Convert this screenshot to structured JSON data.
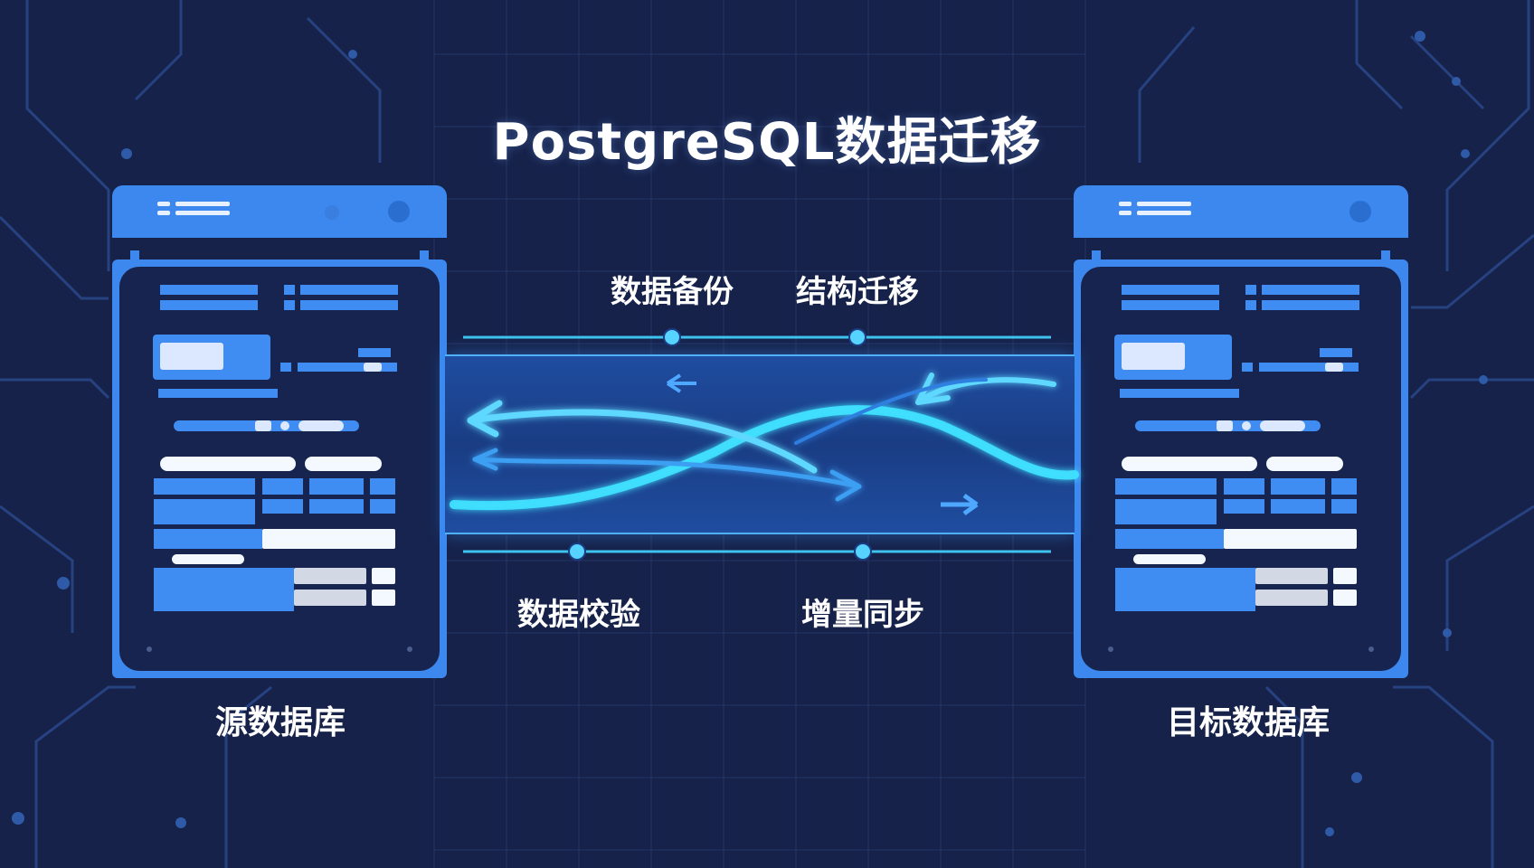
{
  "title": "PostgreSQL数据迁移",
  "source_db": {
    "label": "源数据库"
  },
  "target_db": {
    "label": "目标数据库"
  },
  "stages": {
    "top": [
      "数据备份",
      "结构迁移"
    ],
    "bottom": [
      "数据校验",
      "增量同步"
    ]
  },
  "colors": {
    "background": "#16224a",
    "panel_blue": "#3c88ee",
    "screen": "#17244f",
    "flow_cyan": "#3fe0ff",
    "line_cyan": "#3ec3ee"
  }
}
